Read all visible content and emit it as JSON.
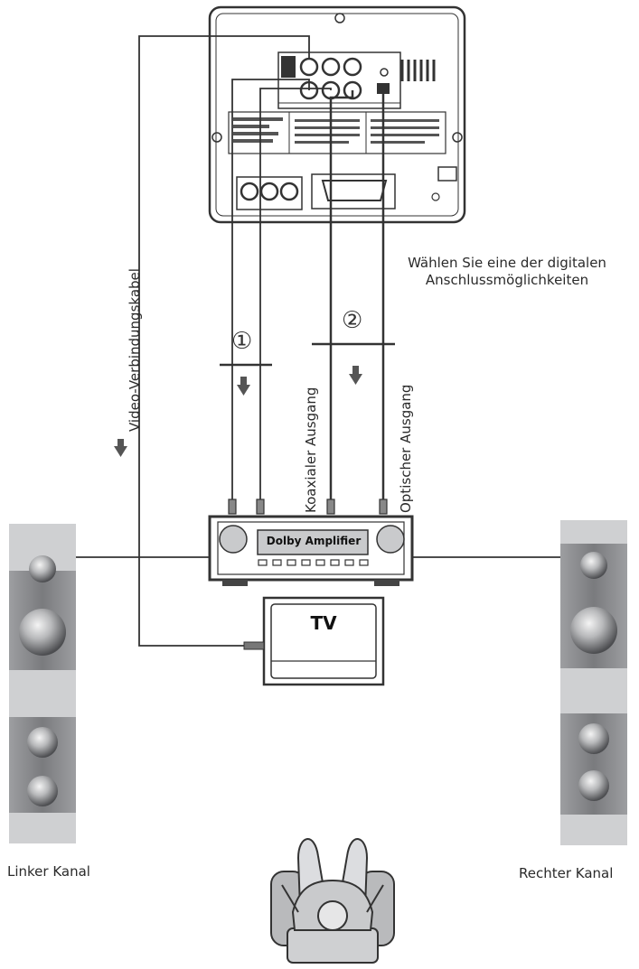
{
  "labels": {
    "choose_digital": "Wählen Sie eine der digitalen Anschlussmöglichkeiten",
    "video_cable": "Video-Verbindungskabel",
    "coax_out": "Koaxialer Ausgang",
    "optical_out": "Optischer Ausgang",
    "left_channel": "Linker Kanal",
    "right_channel": "Rechter Kanal",
    "option_1": "①",
    "option_2": "②",
    "amplifier": "Dolby Amplifier",
    "tv": "TV"
  },
  "colors": {
    "line": "#333333",
    "speaker_light": "#cfd0d2",
    "speaker_dark": "#6d6e71",
    "device_face": "#c9cacc"
  },
  "icons": [
    "down-arrow-icon",
    "down-arrow-icon",
    "down-arrow-icon",
    "speaker-driver-icon",
    "armchair-listener-icon"
  ]
}
